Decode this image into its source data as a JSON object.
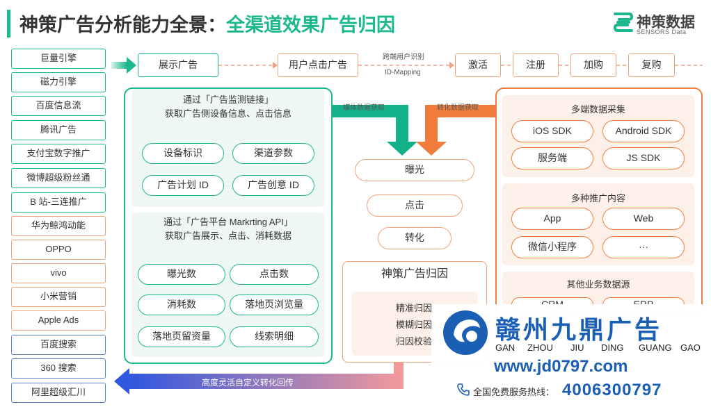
{
  "header": {
    "title_main": "神策广告分析能力全景：",
    "title_accent": "全渠道效果广告归因",
    "logo_cn": "神策数据",
    "logo_en": "SENSORS Data"
  },
  "channels": [
    {
      "label": "巨量引擎",
      "group": "teal"
    },
    {
      "label": "磁力引擎",
      "group": "teal"
    },
    {
      "label": "百度信息流",
      "group": "teal"
    },
    {
      "label": "腾讯广告",
      "group": "teal"
    },
    {
      "label": "支付宝数字推广",
      "group": "teal"
    },
    {
      "label": "微博超级粉丝通",
      "group": "teal"
    },
    {
      "label": "B 站-三连推广",
      "group": "teal"
    },
    {
      "label": "华为鲸鸿动能",
      "group": "orange"
    },
    {
      "label": "OPPO",
      "group": "orange"
    },
    {
      "label": "vivo",
      "group": "orange"
    },
    {
      "label": "小米营销",
      "group": "orange"
    },
    {
      "label": "Apple Ads",
      "group": "orange"
    },
    {
      "label": "百度搜索",
      "group": "blue"
    },
    {
      "label": "360 搜索",
      "group": "blue"
    },
    {
      "label": "阿里超级汇川",
      "group": "blue"
    }
  ],
  "flow": {
    "display_ad": "展示广告",
    "click_ad": "用户点击广告",
    "cross_device": "跨端用户识别",
    "id_mapping": "ID-Mapping",
    "activate": "激活",
    "register": "注册",
    "add_cart": "加购",
    "repurchase": "复购"
  },
  "left_panel": {
    "sec1_line1": "通过「广告监测链接」",
    "sec1_line2": "获取广告侧设备信息、点击信息",
    "sec1_items": [
      "设备标识",
      "渠道参数",
      "广告计划 ID",
      "广告创意 ID"
    ],
    "sec2_line1": "通过「广告平台 Markrting API」",
    "sec2_line2": "获取广告展示、点击、消耗数据",
    "sec2_items": [
      "曝光数",
      "点击数",
      "消耗数",
      "落地页浏览量",
      "落地页留资量",
      "线索明细"
    ]
  },
  "center": {
    "media_data": "媒体数据获取",
    "conversion_data": "转化数据获取",
    "stages": [
      "曝光",
      "点击",
      "转化"
    ],
    "attribution_title": "神策广告归因",
    "attribution_items": [
      "精准归因",
      "模糊归因",
      "归因校验"
    ],
    "bottom_arrow_label": "高度灵活自定义转化回传"
  },
  "right_panel": {
    "sec1_title": "多端数据采集",
    "sec1_items": [
      "iOS SDK",
      "Android SDK",
      "服务端",
      "JS SDK"
    ],
    "sec2_title": "多种推广内容",
    "sec2_items": [
      "App",
      "Web",
      "微信小程序",
      "···"
    ],
    "sec3_title": "其他业务数据源",
    "sec3_items": [
      "CRM",
      "ERP"
    ]
  },
  "watermark": {
    "name_cn": "赣州九鼎广告",
    "name_py": [
      "GAN",
      "ZHOU",
      "JIU",
      "DING",
      "GUANG",
      "GAO"
    ],
    "url": "www.jd0797.com",
    "hotline_label": "全国免费服务热线：",
    "hotline": "4006300797"
  },
  "colors": {
    "teal": "#1bb88d",
    "orange": "#f07d3c",
    "blue": "#3a63d8",
    "brand_blue": "#1a5fb4"
  }
}
